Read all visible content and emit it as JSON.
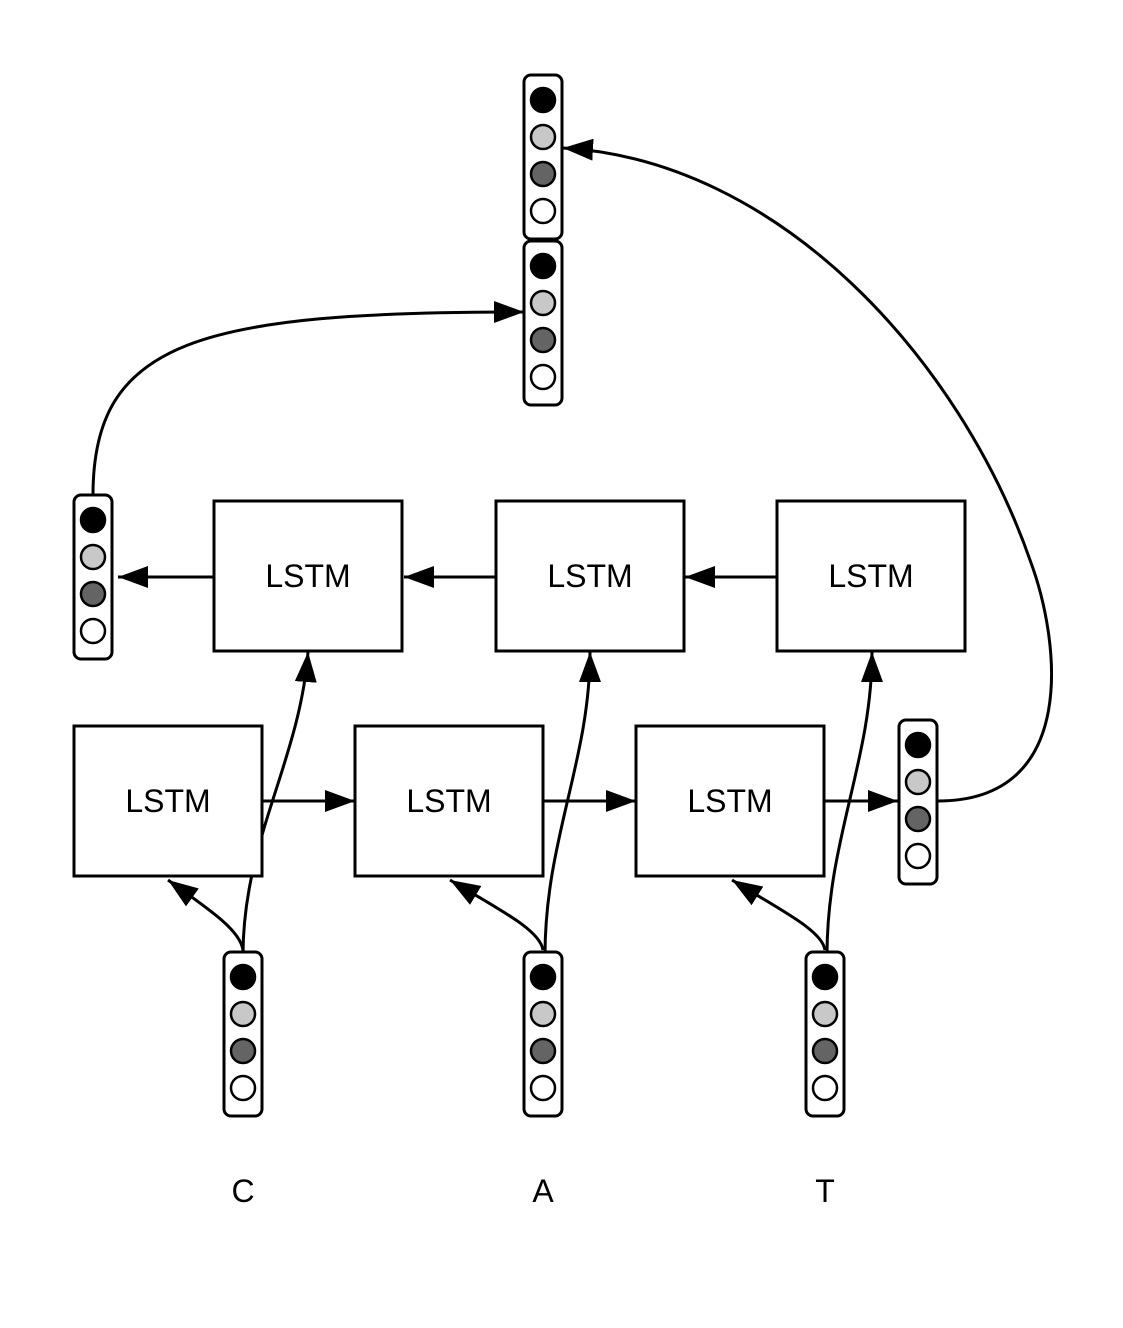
{
  "diagram": {
    "node_label": "LSTM",
    "input_tokens": [
      "C",
      "A",
      "T"
    ],
    "vector_colors": [
      "#000000",
      "#c8c8c8",
      "#646464",
      "#ffffff"
    ]
  }
}
